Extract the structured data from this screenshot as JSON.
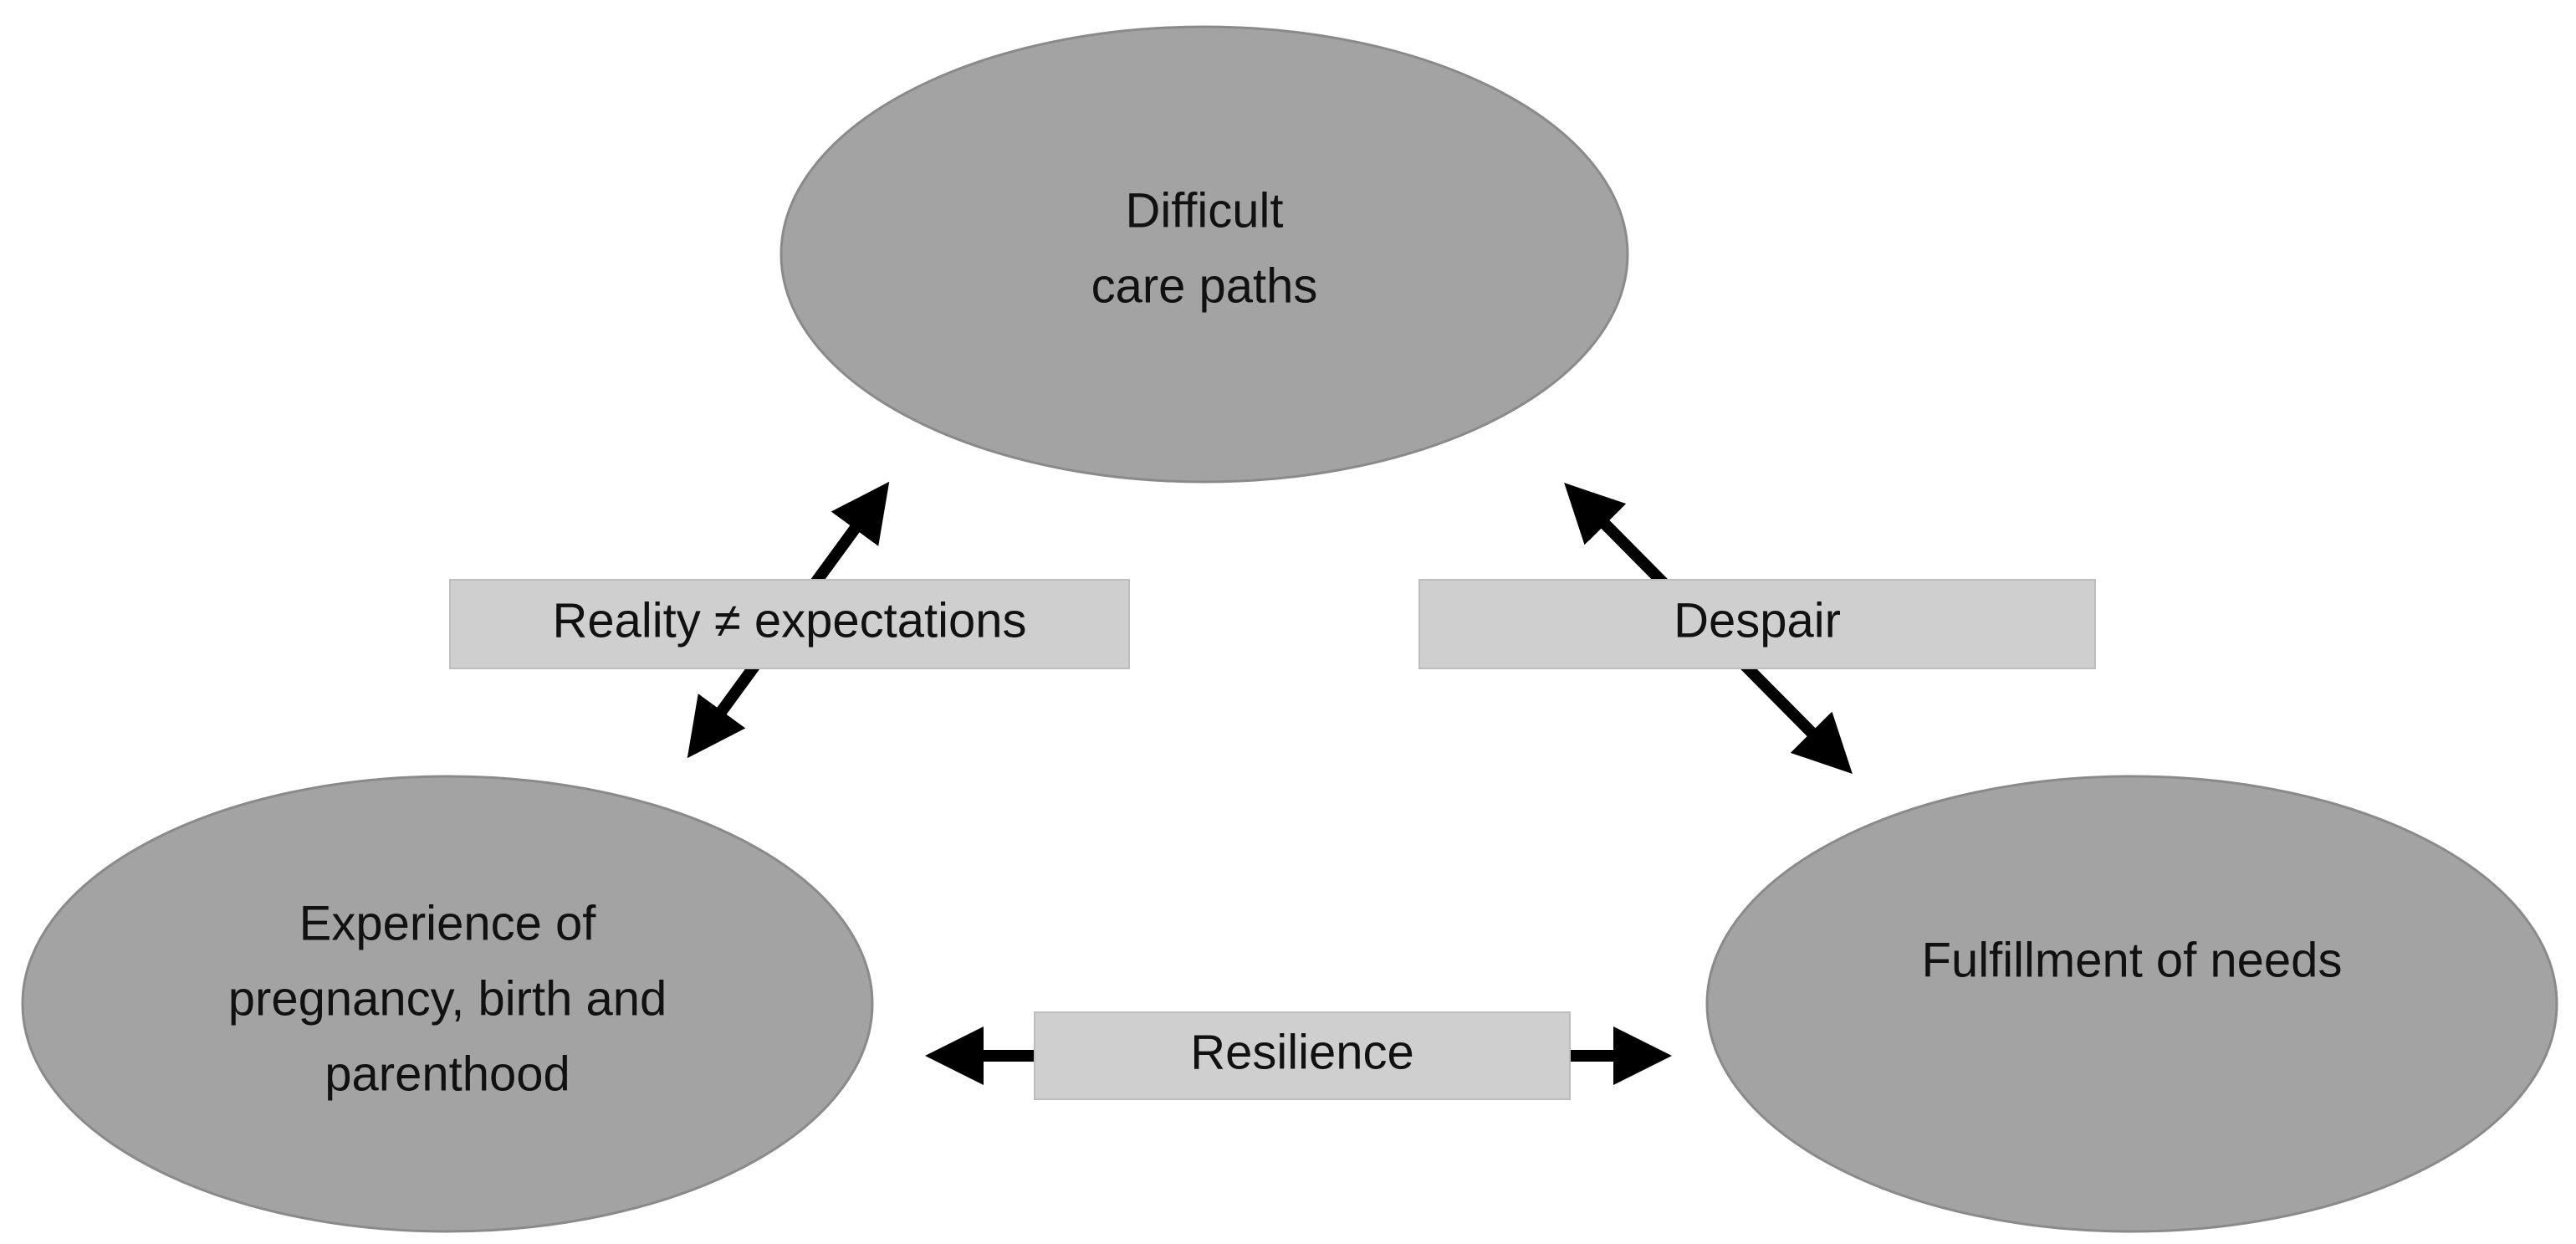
{
  "nodes": {
    "top": {
      "lines": [
        "Difficult",
        "care paths"
      ]
    },
    "left": {
      "lines": [
        "Experience of",
        "pregnancy, birth and",
        "parenthood"
      ]
    },
    "right": {
      "lines": [
        "Fulfillment of needs"
      ]
    }
  },
  "relations": {
    "left_top": "Reality ≠ expectations",
    "top_right": "Despair",
    "left_right": "Resilience"
  },
  "colors": {
    "node_fill": "#a3a3a3",
    "label_fill": "#cfcfcf",
    "arrow": "#000000"
  }
}
